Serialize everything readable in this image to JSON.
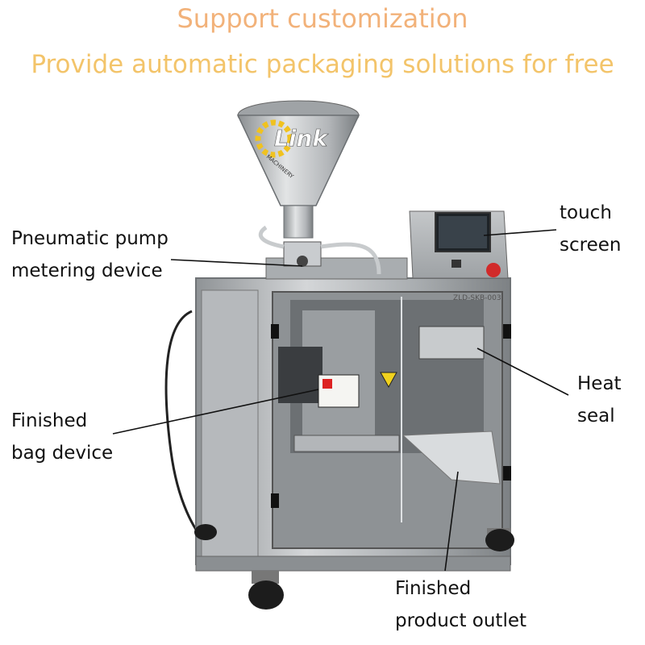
{
  "headline": {
    "line1": "Support customization",
    "line2": "Provide automatic packaging solutions for free"
  },
  "logo": {
    "text": "Link",
    "subtext": "MACHINERY"
  },
  "machine": {
    "plate_text": "ZLD-SKB-003"
  },
  "labels": {
    "pump": [
      "Pneumatic pump",
      "metering device"
    ],
    "bag": [
      "Finished",
      "bag device"
    ],
    "touch": [
      "touch",
      "screen"
    ],
    "heat": [
      "Heat",
      "seal"
    ],
    "outlet": [
      "Finished",
      "product outlet"
    ]
  },
  "colors": {
    "headline1": "#f2b27a",
    "headline2": "#f3c46a",
    "steel": "#b9bcbf",
    "logo_gear": "#f0c21f"
  }
}
